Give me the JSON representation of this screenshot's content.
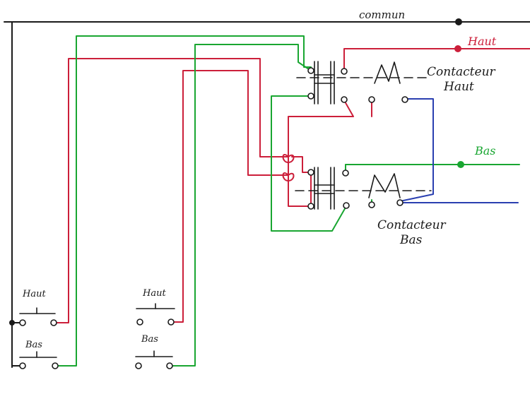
{
  "labels": {
    "commun": "commun",
    "haut_wire": "Haut",
    "bas_wire": "Bas",
    "contacteur_haut_1": "Contacteur",
    "contacteur_haut_2": "Haut",
    "contacteur_bas_1": "Contacteur",
    "contacteur_bas_2": "Bas",
    "btn1_haut": "Haut",
    "btn1_bas": "Bas",
    "btn2_haut": "Haut",
    "btn2_bas": "Bas"
  },
  "colors": {
    "commun": "#1a1a1a",
    "haut": "#cc1f3a",
    "bas": "#19a631",
    "neutral": "#2a3fb0"
  }
}
